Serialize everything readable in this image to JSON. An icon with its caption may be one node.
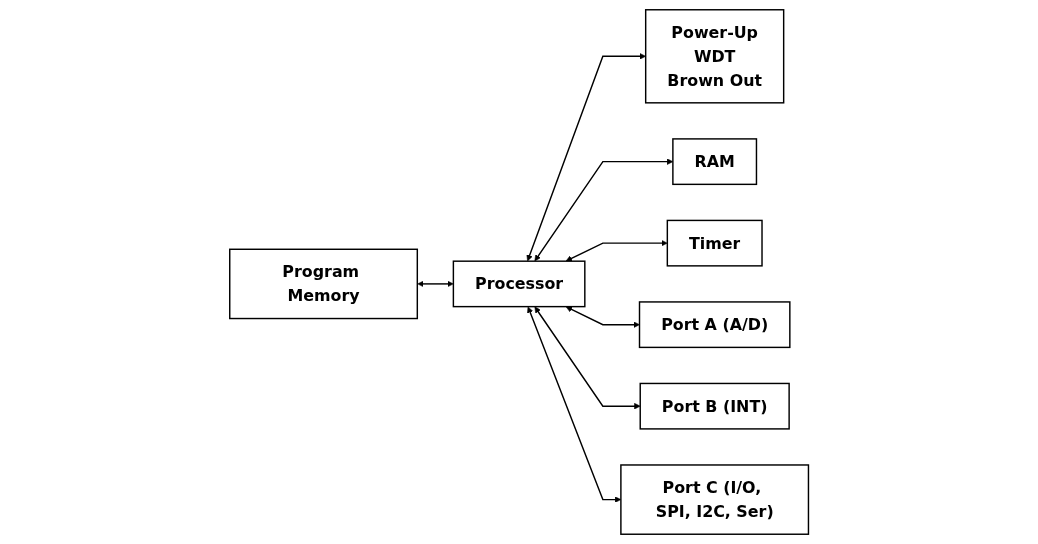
{
  "diagram": {
    "nodes": [
      {
        "text": [
          "Program Memory"
        ]
      },
      {
        "text": [
          "Processor"
        ]
      },
      {
        "text": [
          "Power-Up",
          "WDT",
          "Brown Out"
        ]
      },
      {
        "text": [
          "RAM"
        ]
      },
      {
        "text": [
          "Timer"
        ]
      },
      {
        "text": [
          "Port A (A/D)"
        ]
      },
      {
        "text": [
          "Port B (INT)"
        ]
      },
      {
        "text": [
          "Port C (I/O, SPI, I2C, Ser)"
        ]
      }
    ],
    "edges": [
      {
        "from": 0,
        "to": 1,
        "arrow": "both"
      },
      {
        "from": 1,
        "to": 2,
        "arrow": "both"
      },
      {
        "from": 1,
        "to": 3,
        "arrow": "both"
      },
      {
        "from": 1,
        "to": 4,
        "arrow": "both"
      },
      {
        "from": 1,
        "to": 5,
        "arrow": "both"
      },
      {
        "from": 1,
        "to": 6,
        "arrow": "both"
      },
      {
        "from": 1,
        "to": 7,
        "arrow": "both"
      }
    ]
  }
}
